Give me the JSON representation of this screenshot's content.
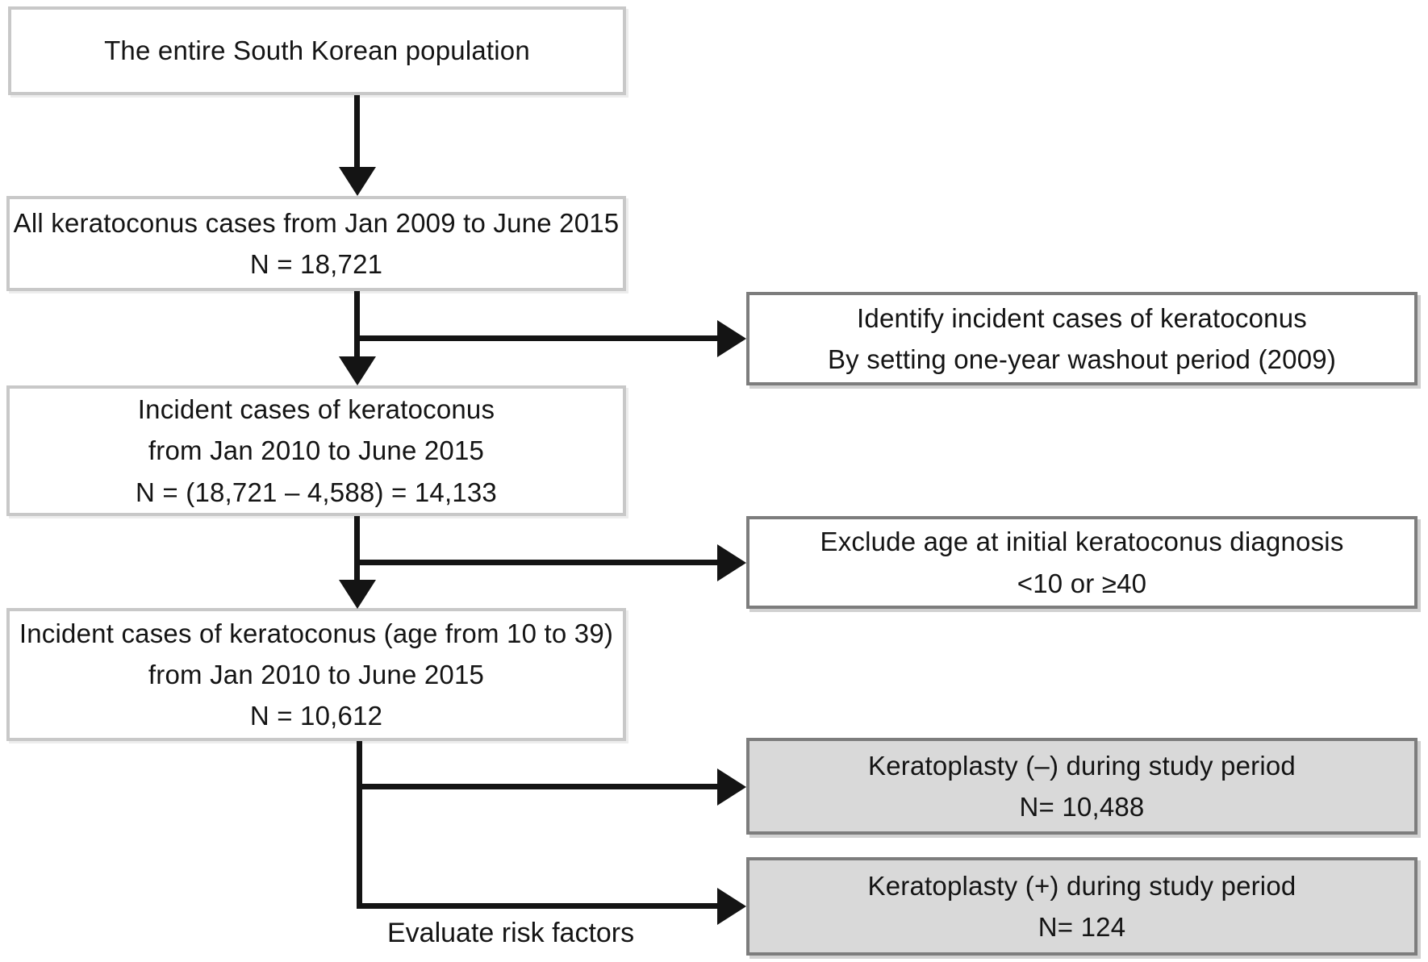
{
  "boxes": {
    "population": {
      "lines": [
        "The entire South Korean population"
      ]
    },
    "all_cases": {
      "lines": [
        "All keratoconus cases from Jan 2009 to June 2015",
        "N = 18,721"
      ]
    },
    "incident_cases": {
      "lines": [
        "Incident cases of keratoconus",
        "from Jan 2010 to June 2015",
        "N = (18,721 – 4,588) = 14,133"
      ]
    },
    "incident_cases_age": {
      "lines": [
        "Incident cases of keratoconus (age from 10 to 39)",
        "from Jan 2010 to June 2015",
        "N = 10,612"
      ]
    },
    "washout": {
      "lines": [
        "Identify incident cases of keratoconus",
        "By setting one-year washout period (2009)"
      ]
    },
    "exclude_age": {
      "lines": [
        "Exclude age at initial keratoconus diagnosis",
        "<10 or ≥40"
      ]
    },
    "keratoplasty_negative": {
      "lines": [
        "Keratoplasty (–) during study period",
        "N= 10,488"
      ]
    },
    "keratoplasty_positive": {
      "lines": [
        "Keratoplasty (+) during study period",
        "N= 124"
      ]
    }
  },
  "labels": {
    "evaluate": "Evaluate risk factors"
  },
  "colors": {
    "box_border_light": "#c8c8c8",
    "box_border_dark": "#7d7d7d",
    "box_fill_gray": "#d9d9d9",
    "box_fill_white": "#ffffff",
    "connector": "#141414",
    "text": "#141414"
  }
}
